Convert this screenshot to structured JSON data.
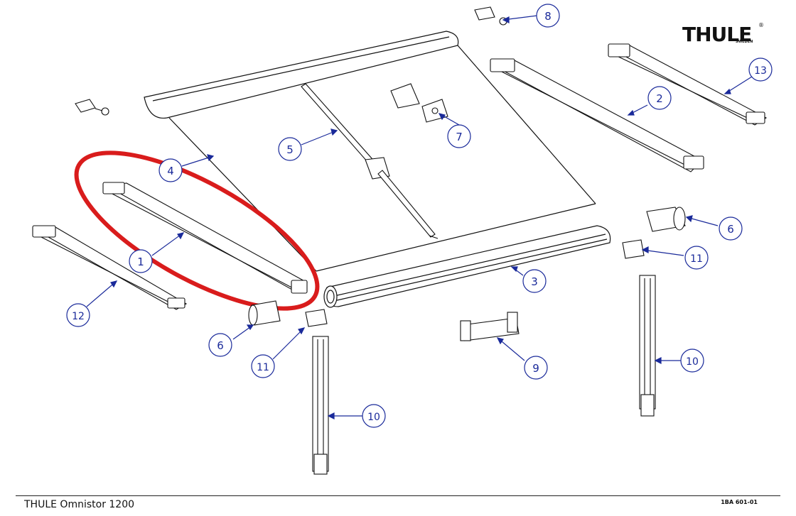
{
  "brand": {
    "logo_text": "THULE",
    "logo_subtext": "SWEDEN",
    "registered_mark": "®"
  },
  "footer": {
    "product_title": "THULE Omnistor 1200",
    "drawing_code": "1BA 601-01"
  },
  "colors": {
    "callout_blue": "#1a2a9a",
    "highlight_red": "#d91c1c",
    "line_black": "#111111"
  },
  "callouts": {
    "c1": "1",
    "c2": "2",
    "c3": "3",
    "c4": "4",
    "c5": "5",
    "c6a": "6",
    "c6b": "6",
    "c7": "7",
    "c8": "8",
    "c9": "9",
    "c10a": "10",
    "c10b": "10",
    "c11a": "11",
    "c11b": "11",
    "c12": "12",
    "c13": "13"
  },
  "highlight": {
    "target_part": "1"
  }
}
